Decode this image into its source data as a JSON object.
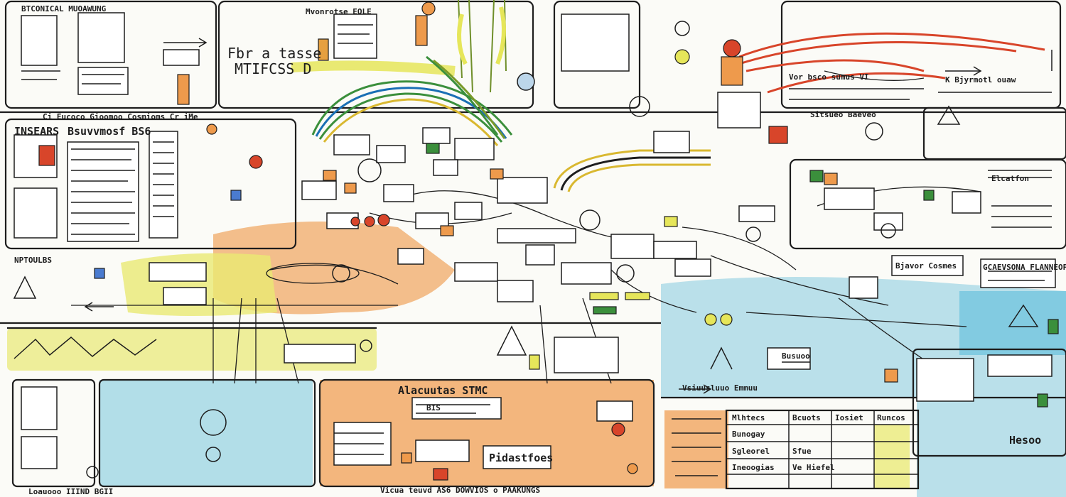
{
  "labels": {
    "top_left_heading": "BTCONICAL MUOAWUNG",
    "top_mid_heading": "Mvonrotse EOLE",
    "fbr_title": "Fbr a tasse",
    "fbr_subtitle": "MTIFCSS D",
    "mid_left_heading": "INSEARS",
    "mid_left_heading2": "Bsuvvmosf BS6",
    "band_caption": "Ci Eucoco Gioomoo Cosmioms Cr iMe",
    "left_small": "NPTOULBS",
    "orange_heading": "Alacuutas STMC",
    "orange_phrase": "Pidastfoes",
    "orange_row": "BIS",
    "bottom_caption": "Vicua teuvd AS6 DOWVIOS o PAAKUNGS",
    "bottom_left_caption": "Loauooo IIIND BGII",
    "table_h1": "Mlhtecs",
    "table_h2": "Bcuots",
    "table_h3": "Iosiet",
    "table_h4": "Runcos",
    "table_r1": "Bunogay",
    "table_r2": "Sgleorel",
    "table_r3": "Sfue",
    "table_r4": "Ineoogias",
    "table_r4b": "Ve Hiefel",
    "right_title": "K Bjyrmotl ouaw",
    "right_sub": "Vor bsco sumus VI",
    "right_row": "Sitsueo Baeveo",
    "right_mid": "Elcatfon",
    "right_mid2": "GCAEVSONA FLANNEOPS",
    "right_btm": "Bjavor Cosmes",
    "cyan_word": "Hesoo",
    "cyan_word2": "Busuoo",
    "gray_row": "Vsiuusluuo Emmuu"
  },
  "colors": {
    "ink": "#1d1d1d",
    "orange": "#ee9a4c",
    "yellow": "#e6e65a",
    "cyan": "#8fcfe0",
    "green": "#3b8f3c",
    "red": "#d8452a",
    "blue": "#4a7bd0"
  }
}
